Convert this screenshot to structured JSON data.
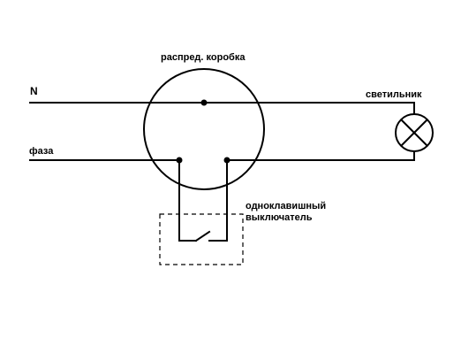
{
  "labels": {
    "neutral": "N",
    "phase": "фаза",
    "junction_box": "распред. коробка",
    "lamp": "светильник",
    "switch_line1": "одноклавишный",
    "switch_line2": "выключатель"
  },
  "colors": {
    "line": "#000000",
    "background": "#ffffff"
  }
}
